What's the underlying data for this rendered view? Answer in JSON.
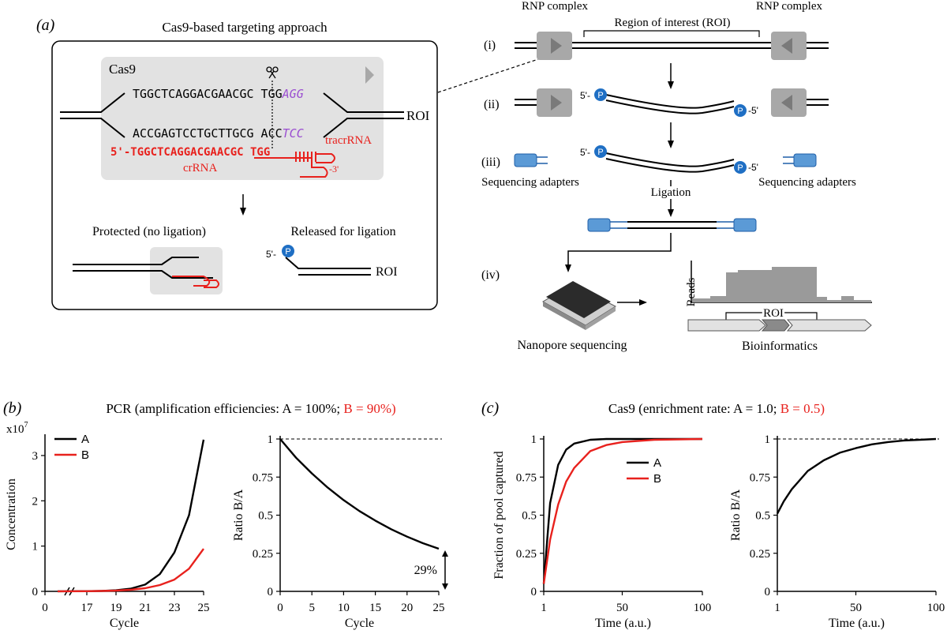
{
  "panel_a": {
    "label": "(a)",
    "title": "Cas9-based targeting approach",
    "cas9_label": "Cas9",
    "top_strand": "TGGCTCAGGACGAACGC TGG",
    "top_pam": "AGG",
    "bottom_strand": "ACCGAGTCCTGCTTGCG ACC",
    "bottom_pam": "TCC",
    "crrna_seq": "5'-TGGCTCAGGACGAACGC TGG",
    "tracrrna_label": "tracrRNA",
    "crrna_label": "crRNA",
    "three_prime": "-3'",
    "roi_label": "ROI",
    "protected_label": "Protected (no ligation)",
    "released_label": "Released for ligation",
    "released_roi": "ROI",
    "p_label": "P",
    "five_prime": "5'-",
    "colors": {
      "red": "#e8211d",
      "purple": "#9b4fd1",
      "gray_box": "#e2e2e2",
      "blue": "#1f6fc4",
      "adapter": "#5b9ad6"
    }
  },
  "workflow": {
    "rnp_left": "RNP complex",
    "rnp_right": "RNP complex",
    "roi_header": "Region of interest (ROI)",
    "step_i": "(i)",
    "step_ii": "(ii)",
    "step_iii": "(iii)",
    "step_iv": "(iv)",
    "five_prime": "5'-",
    "minus_five": "-5'",
    "p_label": "P",
    "adapters_left": "Sequencing adapters",
    "adapters_right": "Sequencing adapters",
    "ligation": "Ligation",
    "nanopore": "Nanopore sequencing",
    "reads": "Reads",
    "roi_small": "ROI",
    "bioinformatics": "Bioinformatics"
  },
  "panel_b": {
    "label": "(b)",
    "title_prefix": "PCR (amplification efficiencies: A = 100%; ",
    "title_red": "B = 90%)",
    "exponent": "x10",
    "exponent_power": "7"
  },
  "panel_c": {
    "label": "(c)",
    "title_prefix": "Cas9 (enrichment rate: A = 1.0; ",
    "title_red": "B = 0.5)"
  },
  "chart_data": [
    {
      "id": "b_left",
      "type": "line",
      "xlabel": "Cycle",
      "ylabel": "Concentration",
      "axis_break": true,
      "x_ticks": [
        "0",
        "17",
        "19",
        "21",
        "23",
        "25"
      ],
      "y_ticks": [
        "0",
        "1",
        "2",
        "3"
      ],
      "ylim": [
        0,
        3.4
      ],
      "series": [
        {
          "name": "A",
          "color": "#000000",
          "x": [
            15,
            17,
            18,
            19,
            20,
            21,
            22,
            23,
            24,
            25
          ],
          "y": [
            0.001,
            0.005,
            0.011,
            0.025,
            0.06,
            0.15,
            0.38,
            0.86,
            1.68,
            3.35
          ]
        },
        {
          "name": "B",
          "color": "#e8211d",
          "x": [
            15,
            17,
            18,
            19,
            20,
            21,
            22,
            23,
            24,
            25
          ],
          "y": [
            0.001,
            0.004,
            0.008,
            0.017,
            0.035,
            0.07,
            0.14,
            0.26,
            0.5,
            0.94
          ]
        }
      ],
      "legend": "top-left"
    },
    {
      "id": "b_right",
      "type": "line",
      "xlabel": "Cycle",
      "ylabel": "Ratio B/A",
      "x_ticks": [
        "0",
        "5",
        "10",
        "15",
        "20",
        "25"
      ],
      "y_ticks": [
        "0",
        "0.25",
        "0.5",
        "0.75",
        "1"
      ],
      "xlim": [
        0,
        25
      ],
      "ylim": [
        0,
        1
      ],
      "reference_line": 1,
      "annotation": "29%",
      "series": [
        {
          "color": "#000000",
          "x": [
            0,
            2.5,
            5,
            7.5,
            10,
            12.5,
            15,
            17.5,
            20,
            22.5,
            25
          ],
          "y": [
            1,
            0.877,
            0.774,
            0.681,
            0.599,
            0.527,
            0.464,
            0.408,
            0.359,
            0.316,
            0.28
          ]
        }
      ]
    },
    {
      "id": "c_left",
      "type": "line",
      "xlabel": "Time (a.u.)",
      "ylabel": "Fraction of pool captured",
      "x_ticks": [
        "1",
        "50",
        "100"
      ],
      "y_ticks": [
        "0",
        "0.25",
        "0.5",
        "0.75",
        "1"
      ],
      "xlim": [
        1,
        100
      ],
      "ylim": [
        0,
        1
      ],
      "series": [
        {
          "name": "A",
          "color": "#000000",
          "x": [
            1,
            5,
            10,
            15,
            20,
            30,
            40,
            50,
            70,
            100
          ],
          "y": [
            0.05,
            0.58,
            0.83,
            0.93,
            0.97,
            0.995,
            1.0,
            1.0,
            1.0,
            1.0
          ]
        },
        {
          "name": "B",
          "color": "#e8211d",
          "x": [
            1,
            5,
            10,
            15,
            20,
            30,
            40,
            50,
            70,
            100
          ],
          "y": [
            0.05,
            0.34,
            0.57,
            0.72,
            0.81,
            0.92,
            0.96,
            0.98,
            0.995,
            1.0
          ]
        }
      ],
      "legend": "right"
    },
    {
      "id": "c_right",
      "type": "line",
      "xlabel": "Time (a.u.)",
      "ylabel": "Ratio B/A",
      "x_ticks": [
        "1",
        "50",
        "100"
      ],
      "y_ticks": [
        "0",
        "0.25",
        "0.5",
        "0.75",
        "1"
      ],
      "xlim": [
        1,
        100
      ],
      "ylim": [
        0,
        1
      ],
      "reference_line": 1,
      "series": [
        {
          "color": "#000000",
          "x": [
            1,
            5,
            10,
            20,
            30,
            40,
            50,
            60,
            70,
            80,
            90,
            100
          ],
          "y": [
            0.51,
            0.59,
            0.67,
            0.79,
            0.86,
            0.91,
            0.94,
            0.965,
            0.98,
            0.99,
            0.995,
            1.0
          ]
        }
      ]
    }
  ]
}
